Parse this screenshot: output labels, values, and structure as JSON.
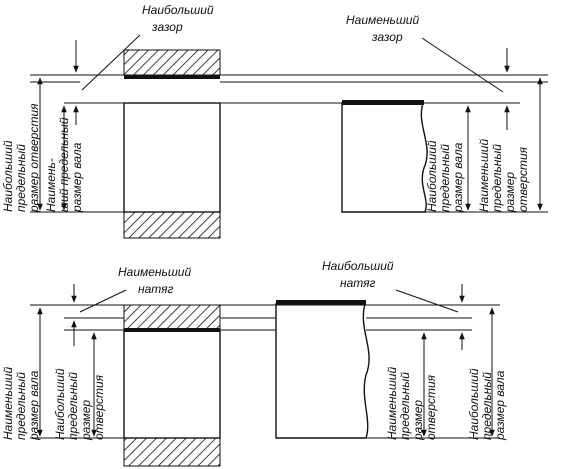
{
  "clearance_fit": {
    "largest_clearance": [
      "Наибольший",
      "зазор"
    ],
    "smallest_clearance": [
      "Наименьший",
      "зазор"
    ],
    "left_dims": {
      "hole_max": [
        "Наибольший",
        "предельный",
        "размер отверстия"
      ],
      "shaft_min": [
        "Наимень-",
        "ший предельный",
        "размер вала"
      ]
    },
    "right_dims": {
      "shaft_max": [
        "Наибольший",
        "предельный",
        "размер вала"
      ],
      "hole_min": [
        "Наименьший",
        "предельный",
        "размер",
        "отверстия"
      ]
    }
  },
  "interference_fit": {
    "smallest_interference": [
      "Наименьший",
      "натяг"
    ],
    "largest_interference": [
      "Наибольший",
      "натяг"
    ],
    "left_dims": {
      "shaft_min": [
        "Наименьший",
        "предельный",
        "размер вала"
      ],
      "hole_max": [
        "Наибольший",
        "предельный",
        "размер",
        "отверстия"
      ]
    },
    "right_dims": {
      "hole_min": [
        "Наименьший",
        "предельный",
        "размер",
        "отверстия"
      ],
      "shaft_max": [
        "Наибольший",
        "предельный",
        "размер вала"
      ]
    }
  }
}
